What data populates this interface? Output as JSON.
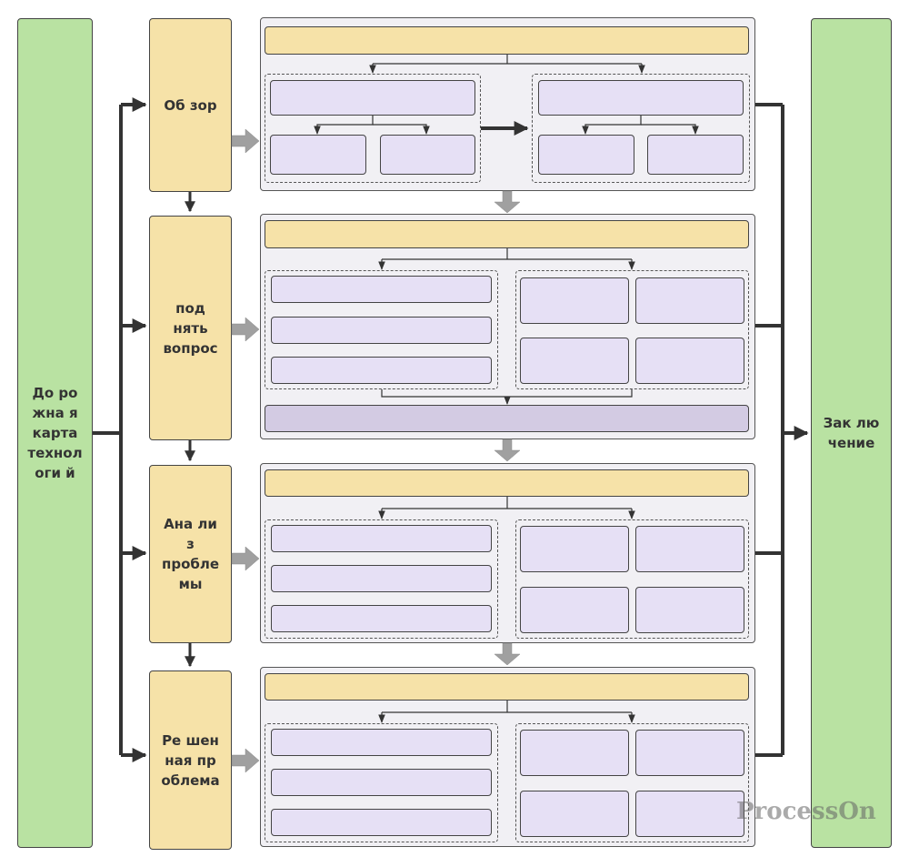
{
  "diagram": {
    "left_node": {
      "label": "До ро\nжна я\nкарта\nтехнол\nоги й"
    },
    "right_node": {
      "label": "Зак лю\nчение"
    },
    "stages": [
      {
        "label": "Об зор"
      },
      {
        "label": "под\nнять\nвопрос"
      },
      {
        "label": "Ана ли\nз\nпробле\nмы"
      },
      {
        "label": "Ре шен\nная  пр\nоблема"
      }
    ],
    "colors": {
      "start_end": "#b9e2a2",
      "stage": "#f6e2a8",
      "panel": "#f1f0f4",
      "cell": "#e6e0f5",
      "footer": "#d3cbe3",
      "connector": "#333333",
      "flow_arrow": "#a0a0a0"
    }
  },
  "watermark": "ProcessOn"
}
